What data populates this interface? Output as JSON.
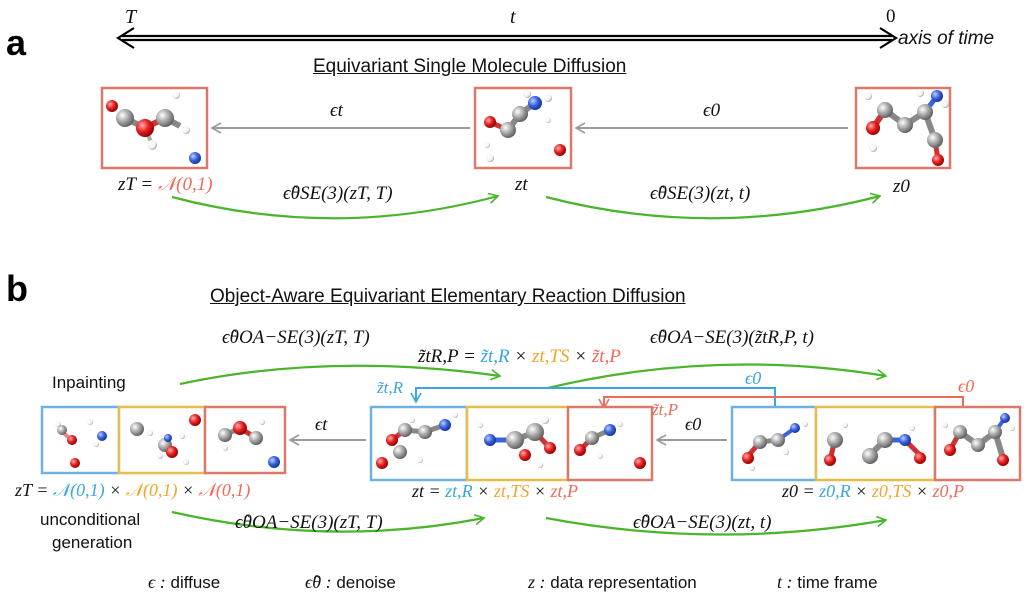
{
  "colors": {
    "red_frame": "#d9796c",
    "blue_frame": "#6fb2e0",
    "yellow_frame": "#e7bd4a",
    "green_arrow": "#49b52a",
    "gray_arrow": "#9a9a9a",
    "blue_text": "#3aa6dd",
    "orange_text": "#f2a52a",
    "red_text": "#ee6a5a",
    "atom_red": "#e02020",
    "atom_blue": "#3a63e0",
    "atom_gray": "#9a9a9a"
  },
  "panel_a": {
    "letter": "a",
    "time_left": "T",
    "time_mid": "t",
    "time_right": "0",
    "time_axis_label": "axis of time",
    "title": "Equivariant Single Molecule Diffusion",
    "eps_t": "ϵt",
    "eps_0": "ϵ0",
    "zT_label_prefix": "zT = ",
    "zT_label_dist": "𝒩(0,1)",
    "zt_label": "zt",
    "z0_label": "z0",
    "denoise_T": "ϵ̂θSE(3)(zT, T)",
    "denoise_t": "ϵ̂θSE(3)(zt, t)"
  },
  "panel_b": {
    "letter": "b",
    "title": "Object-Aware Equivariant Elementary Reaction Diffusion",
    "inpainting": "Inpainting",
    "unconditional_1": "unconditional",
    "unconditional_2": "generation",
    "top_denoise_T": "ϵ̂θOA−SE(3)(zT, T)",
    "top_denoise_t": "ϵ̂θOA−SE(3)(z̃tR,P, t)",
    "ztilde_eq": "z̃tR,P =",
    "ztilde_R": "z̃t,R",
    "ztilde_TS": "zt,TS",
    "ztilde_P": "z̃t,P",
    "times": "×",
    "ztR_marker": "z̃t,R",
    "ztP_marker": "z̃t,P",
    "eps0_blue": "ϵ0",
    "eps0_red": "ϵ0",
    "eps0_gray": "ϵ0",
    "eps_t": "ϵt",
    "zT_prefix": "zT = ",
    "zT_N1": "𝒩(0,1)",
    "zT_N2": "𝒩(0,1)",
    "zT_N3": "𝒩(0,1)",
    "zt_prefix": "zt = ",
    "zt_R": "zt,R",
    "zt_TS": "zt,TS",
    "zt_P": "zt,P",
    "z0_prefix": "z0 = ",
    "z0_R": "z0,R",
    "z0_TS": "z0,TS",
    "z0_P": "z0,P",
    "bottom_denoise_T": "ϵ̂θOA−SE(3)(zT, T)",
    "bottom_denoise_t": "ϵ̂θOA−SE(3)(zt, t)"
  },
  "legend": {
    "eps_sym": "ϵ :",
    "eps_txt": "diffuse",
    "hat_sym": "ϵ̂θ :",
    "hat_txt": "denoise",
    "z_sym": "z :",
    "z_txt": "data representation",
    "t_sym": "t :",
    "t_txt": "time frame"
  }
}
